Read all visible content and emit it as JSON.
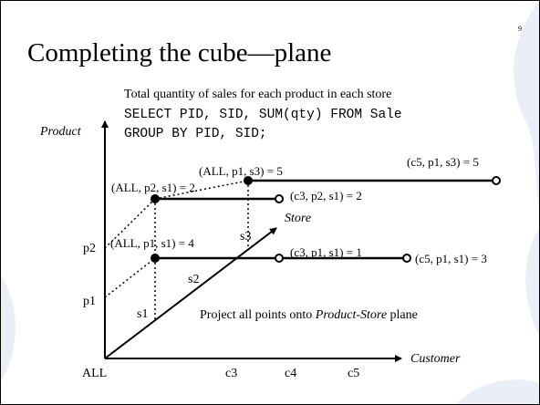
{
  "slide": {
    "page_number": "9",
    "title": "Completing the cube—plane",
    "caption": "Total quantity of sales for each product in each store",
    "sql_line_1": "SELECT PID, SID, SUM(qty) FROM Sale",
    "sql_line_2": "GROUP BY PID, SID;"
  },
  "axes": {
    "product": "Product",
    "store": "Store",
    "customer": "Customer",
    "origin": "ALL",
    "ticks": {
      "p1": "p1",
      "p2": "p2",
      "s1": "s1",
      "s2": "s2",
      "s3": "s3",
      "c3": "c3",
      "c4": "c4",
      "c5": "c5"
    }
  },
  "points": {
    "all_p1_s1": "(ALL, p1, s1) = 4",
    "all_p2_s1": "(ALL, p2, s1) = 2",
    "all_p1_s3": "(ALL, p1, s3) = 5",
    "c3_p2_s1": "(c3, p2, s1) = 2",
    "c3_p1_s1": "(c3, p1, s1) = 1",
    "c5_p1_s1": "(c5, p1, s1) = 3",
    "c5_p1_s3": "(c5, p1, s3) = 5"
  },
  "note": {
    "prefix": "Project all points onto ",
    "emphasis": "Product-Store",
    "suffix": " plane"
  },
  "colors": {
    "ink": "#000000",
    "background": "#ffffff",
    "watermark": "#e9eef7"
  }
}
